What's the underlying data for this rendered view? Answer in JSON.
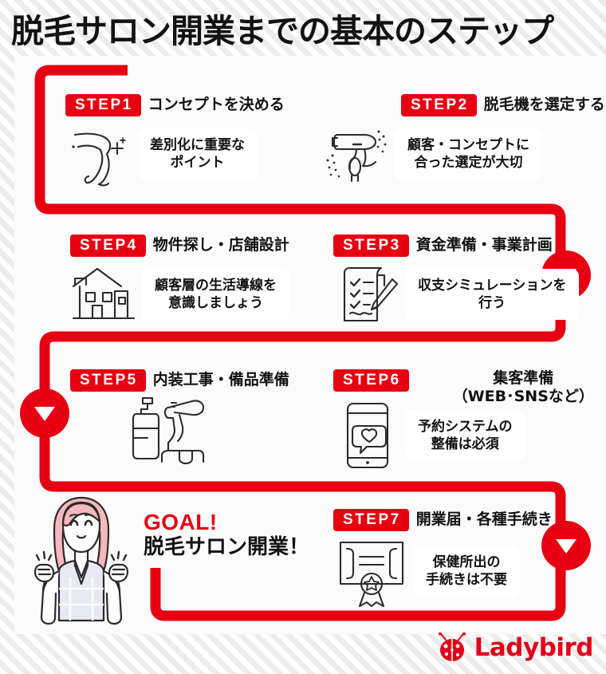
{
  "page": {
    "title": "脱毛サロン開業までの基本のステップ",
    "accent_color": "#e60012",
    "text_color": "#121212",
    "card_bg": "#fbfbfb",
    "background": "diagonal-stripes"
  },
  "steps": [
    {
      "badge": "STEP1",
      "title": "コンセプトを決める",
      "note_line1": "差別化に重要な",
      "note_line2": "ポイント",
      "icon": "leg-hair-removal-icon"
    },
    {
      "badge": "STEP2",
      "title": "脱毛機を選定する",
      "note_line1": "顧客・コンセプトに",
      "note_line2": "合った選定が大切",
      "icon": "hair-removal-machine-icon"
    },
    {
      "badge": "STEP3",
      "title": "資金準備・事業計画",
      "note_line1": "収支シミュレーションを",
      "note_line2": "行う",
      "icon": "checklist-pen-icon"
    },
    {
      "badge": "STEP4",
      "title": "物件探し・店舗設計",
      "note_line1": "顧客層の生活導線を",
      "note_line2": "意識しましょう",
      "icon": "house-building-icon"
    },
    {
      "badge": "STEP5",
      "title": "内装工事・備品準備",
      "note_line1": "",
      "note_line2": "",
      "icon": "dispenser-and-dryer-icon"
    },
    {
      "badge": "STEP6",
      "title_line1": "集客準備",
      "title_line2": "（WEB･SNSなど）",
      "note_line1": "予約システムの",
      "note_line2": "整備は必須",
      "icon": "smartphone-heart-icon"
    },
    {
      "badge": "STEP7",
      "title": "開業届・各種手続き",
      "note_line1": "保健所出の",
      "note_line2": "手続きは不要",
      "icon": "certificate-award-icon"
    }
  ],
  "goal": {
    "english": "GOAL!",
    "japanese": "脱毛サロン開業！",
    "illustration": "happy-woman-illustration"
  },
  "footer": {
    "brand": "Ladybird",
    "brand_icon": "ladybug-icon",
    "brand_color": "#e2001a"
  },
  "path": {
    "arrow_markers": 3,
    "arrow_glyph": "▼",
    "color": "#e60012"
  }
}
